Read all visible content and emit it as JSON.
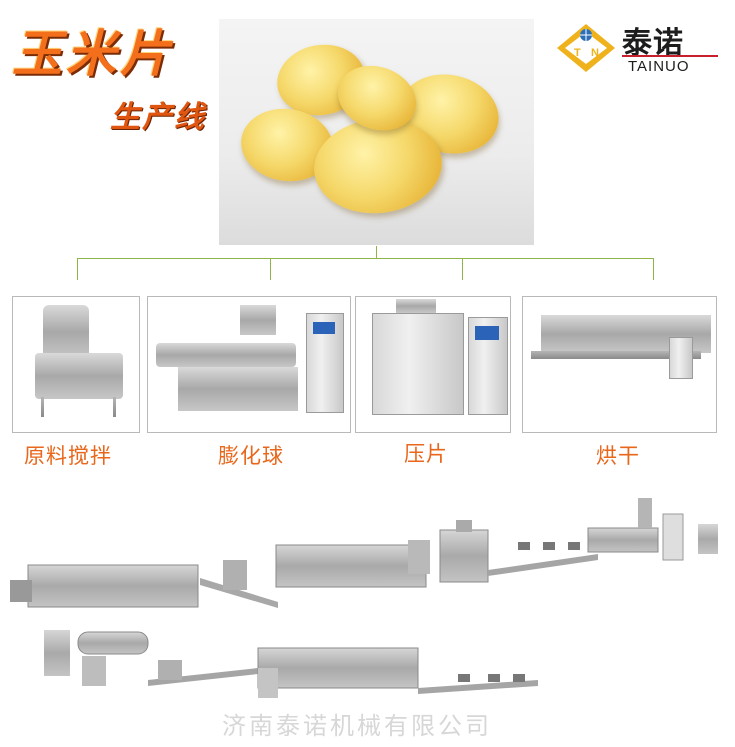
{
  "title": {
    "main": "玉米片",
    "sub": "生产线"
  },
  "logo": {
    "mark_letters": "TN",
    "name_cn": "泰诺",
    "name_en": "TAINUO"
  },
  "steps": [
    {
      "label": "原料搅拌"
    },
    {
      "label": "膨化球"
    },
    {
      "label": "压片"
    },
    {
      "label": "烘干"
    }
  ],
  "footer": {
    "company": "济南泰诺机械有限公司"
  },
  "colors": {
    "title": "#f36f1c",
    "step_label": "#e8671b",
    "connector": "#8fb54a",
    "logo_rule": "#c8202a"
  }
}
